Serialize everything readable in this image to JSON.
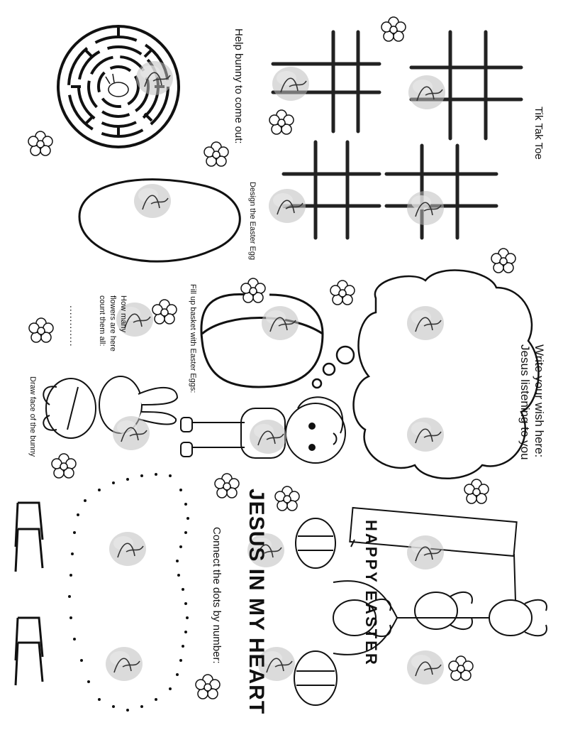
{
  "sections": {
    "tic_tac_toe": {
      "label": "Tik Tak Toe"
    },
    "maze": {
      "label": "Help bunny to come out:"
    },
    "easter_egg": {
      "label": "Design the Easter Egg"
    },
    "basket": {
      "label": "Fill up basket with Easter Eggs:"
    },
    "count_flowers": {
      "line1": "How many",
      "line2": "flowers are here",
      "line3": "count them all:",
      "answer_blank": "............"
    },
    "bunny_face": {
      "label": "Draw face of the bunny"
    },
    "wish": {
      "line1": "Write your wish here:",
      "line2": "Jesus listening to you"
    },
    "title": {
      "text": "JESUS IN MY HEART"
    },
    "dots": {
      "label": "Connect the dots by number:"
    },
    "banner": {
      "text": "HAPPY EASTER"
    }
  },
  "watermark": {
    "text": "Laura"
  },
  "icons": [
    "flower-icon",
    "bunny-icon",
    "egg-icon",
    "basket-icon",
    "boy-icon",
    "thought-cloud-icon",
    "maze-icon"
  ],
  "colors": {
    "ink": "#111111",
    "paper": "#ffffff",
    "watermark": "#9a9a9a"
  }
}
